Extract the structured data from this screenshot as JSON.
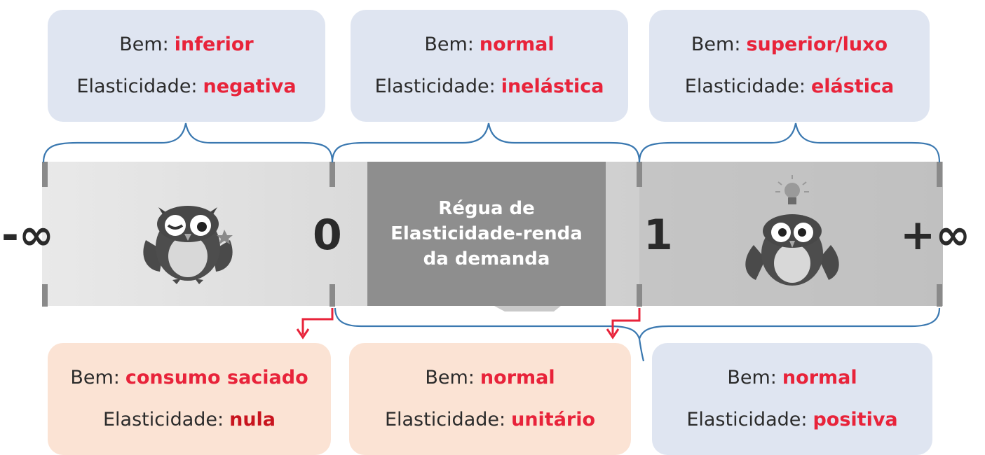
{
  "top_boxes": [
    {
      "bem_label": "Bem:",
      "bem_value": "inferior",
      "elast_label": "Elasticidade:",
      "elast_value": "negativa"
    },
    {
      "bem_label": "Bem:",
      "bem_value": "normal",
      "elast_label": "Elasticidade:",
      "elast_value": "inelástica"
    },
    {
      "bem_label": "Bem:",
      "bem_value": "superior/luxo",
      "elast_label": "Elasticidade:",
      "elast_value": "elástica"
    }
  ],
  "bottom_boxes": [
    {
      "bem_label": "Bem:",
      "bem_value": "consumo saciado",
      "elast_label": "Elasticidade:",
      "elast_value": "nula"
    },
    {
      "bem_label": "Bem:",
      "bem_value": "normal",
      "elast_label": "Elasticidade:",
      "elast_value": "unitário"
    },
    {
      "bem_label": "Bem:",
      "bem_value": "normal",
      "elast_label": "Elasticidade:",
      "elast_value": "positiva"
    }
  ],
  "ruler": {
    "title_lines": [
      "Régua de",
      "Elasticidade-renda",
      "da demanda"
    ],
    "markers": {
      "neg_inf": "-∞",
      "zero": "0",
      "one": "1",
      "pos_inf": "+∞"
    }
  },
  "colors": {
    "accent_red": "#e8233a",
    "blue_box": "#dfe5f1",
    "peach_box": "#fbe3d4",
    "brace": "#3a78b0",
    "center_panel": "#8e8e8e"
  },
  "icons": [
    "owl-winking-icon",
    "owl-lightbulb-icon"
  ]
}
